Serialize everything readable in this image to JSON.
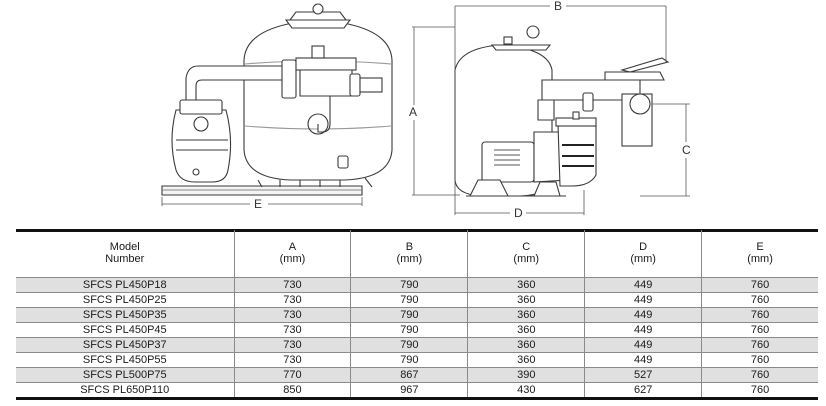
{
  "drawing": {
    "front_view": {
      "dimension_label_width": "E"
    },
    "side_view": {
      "dimension_label_height": "A",
      "dimension_label_width_total": "B",
      "dimension_label_inlet_height": "C",
      "dimension_label_base_depth": "D"
    }
  },
  "table": {
    "headers": [
      {
        "line1": "Model",
        "line2": "Number"
      },
      {
        "line1": "A",
        "line2": "(mm)"
      },
      {
        "line1": "B",
        "line2": "(mm)"
      },
      {
        "line1": "C",
        "line2": "(mm)"
      },
      {
        "line1": "D",
        "line2": "(mm)"
      },
      {
        "line1": "E",
        "line2": "(mm)"
      }
    ],
    "rows": [
      [
        "SFCS PL450P18",
        "730",
        "790",
        "360",
        "449",
        "760"
      ],
      [
        "SFCS PL450P25",
        "730",
        "790",
        "360",
        "449",
        "760"
      ],
      [
        "SFCS PL450P35",
        "730",
        "790",
        "360",
        "449",
        "760"
      ],
      [
        "SFCS PL450P45",
        "730",
        "790",
        "360",
        "449",
        "760"
      ],
      [
        "SFCS PL450P37",
        "730",
        "790",
        "360",
        "449",
        "760"
      ],
      [
        "SFCS PL450P55",
        "730",
        "790",
        "360",
        "449",
        "760"
      ],
      [
        "SFCS PL500P75",
        "770",
        "867",
        "390",
        "527",
        "760"
      ],
      [
        "SFCS PL650P110",
        "850",
        "967",
        "430",
        "627",
        "760"
      ]
    ]
  }
}
